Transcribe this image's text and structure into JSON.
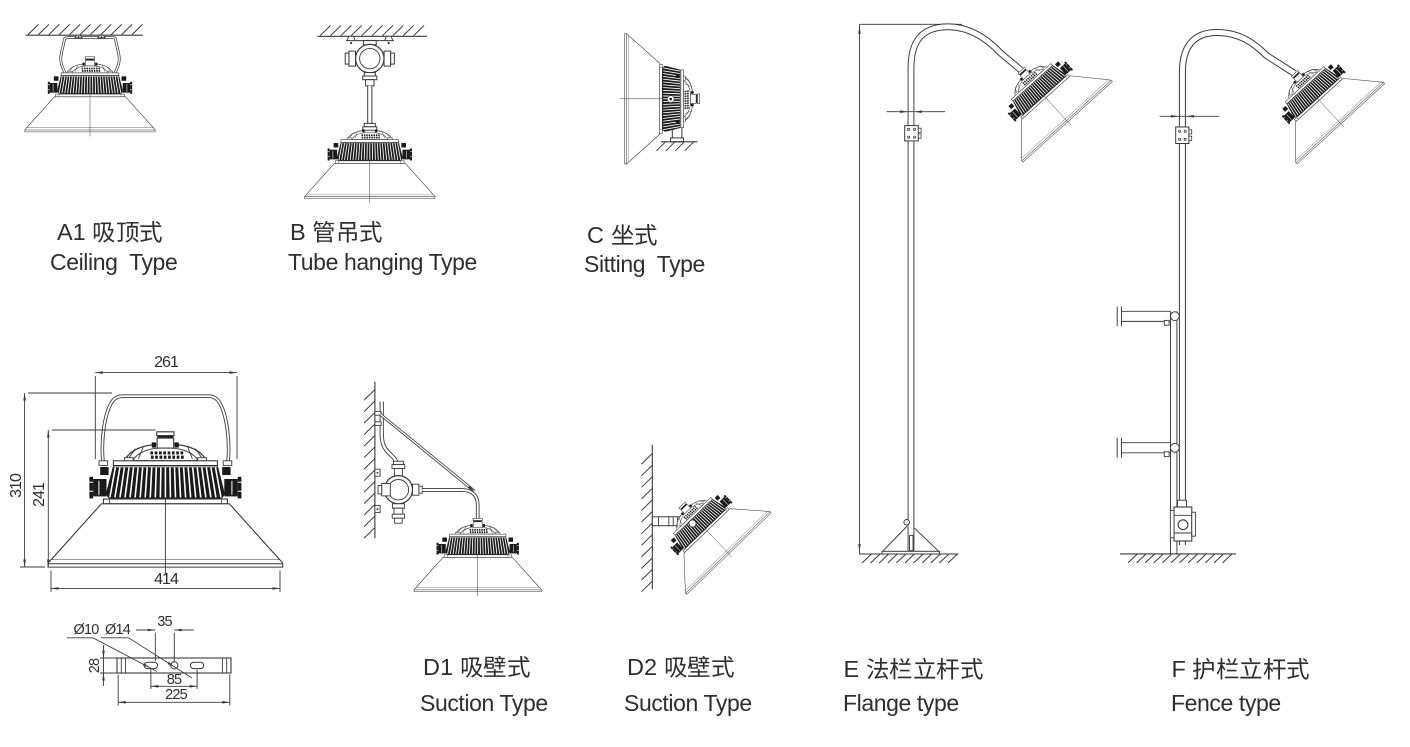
{
  "page": {
    "title": "LED high bay light installation types diagram",
    "background": "#ffffff",
    "line_color": "#3a3a3a",
    "text_color": "#2e2e2e"
  },
  "figures": [
    {
      "id": "a1",
      "code": "A1",
      "cn": "A1 吸顶式",
      "en": "Ceiling  Type"
    },
    {
      "id": "b",
      "code": "B",
      "cn": "B 管吊式",
      "en": "Tube hanging Type"
    },
    {
      "id": "c",
      "code": "C",
      "cn": "C 坐式",
      "en": "Sitting  Type"
    },
    {
      "id": "d1",
      "code": "D1",
      "cn": "D1 吸壁式",
      "en": "Suction Type"
    },
    {
      "id": "d2",
      "code": "D2",
      "cn": "D2 吸壁式",
      "en": "Suction Type"
    },
    {
      "id": "e",
      "code": "E",
      "cn": "E 法栏立杆式",
      "en": "Flange type"
    },
    {
      "id": "f",
      "code": "F",
      "cn": "F 护栏立杆式",
      "en": "Fence type"
    }
  ],
  "dimension_drawing": {
    "top_width": "261",
    "total_height": "310",
    "body_height": "241",
    "bottom_width": "414"
  },
  "bracket_plate": {
    "slot_diameter": "Ø10",
    "hole_diameter": "Ø14",
    "hole_offset": "35",
    "plate_height": "28",
    "slot_spacing": "85",
    "plate_width": "225"
  }
}
